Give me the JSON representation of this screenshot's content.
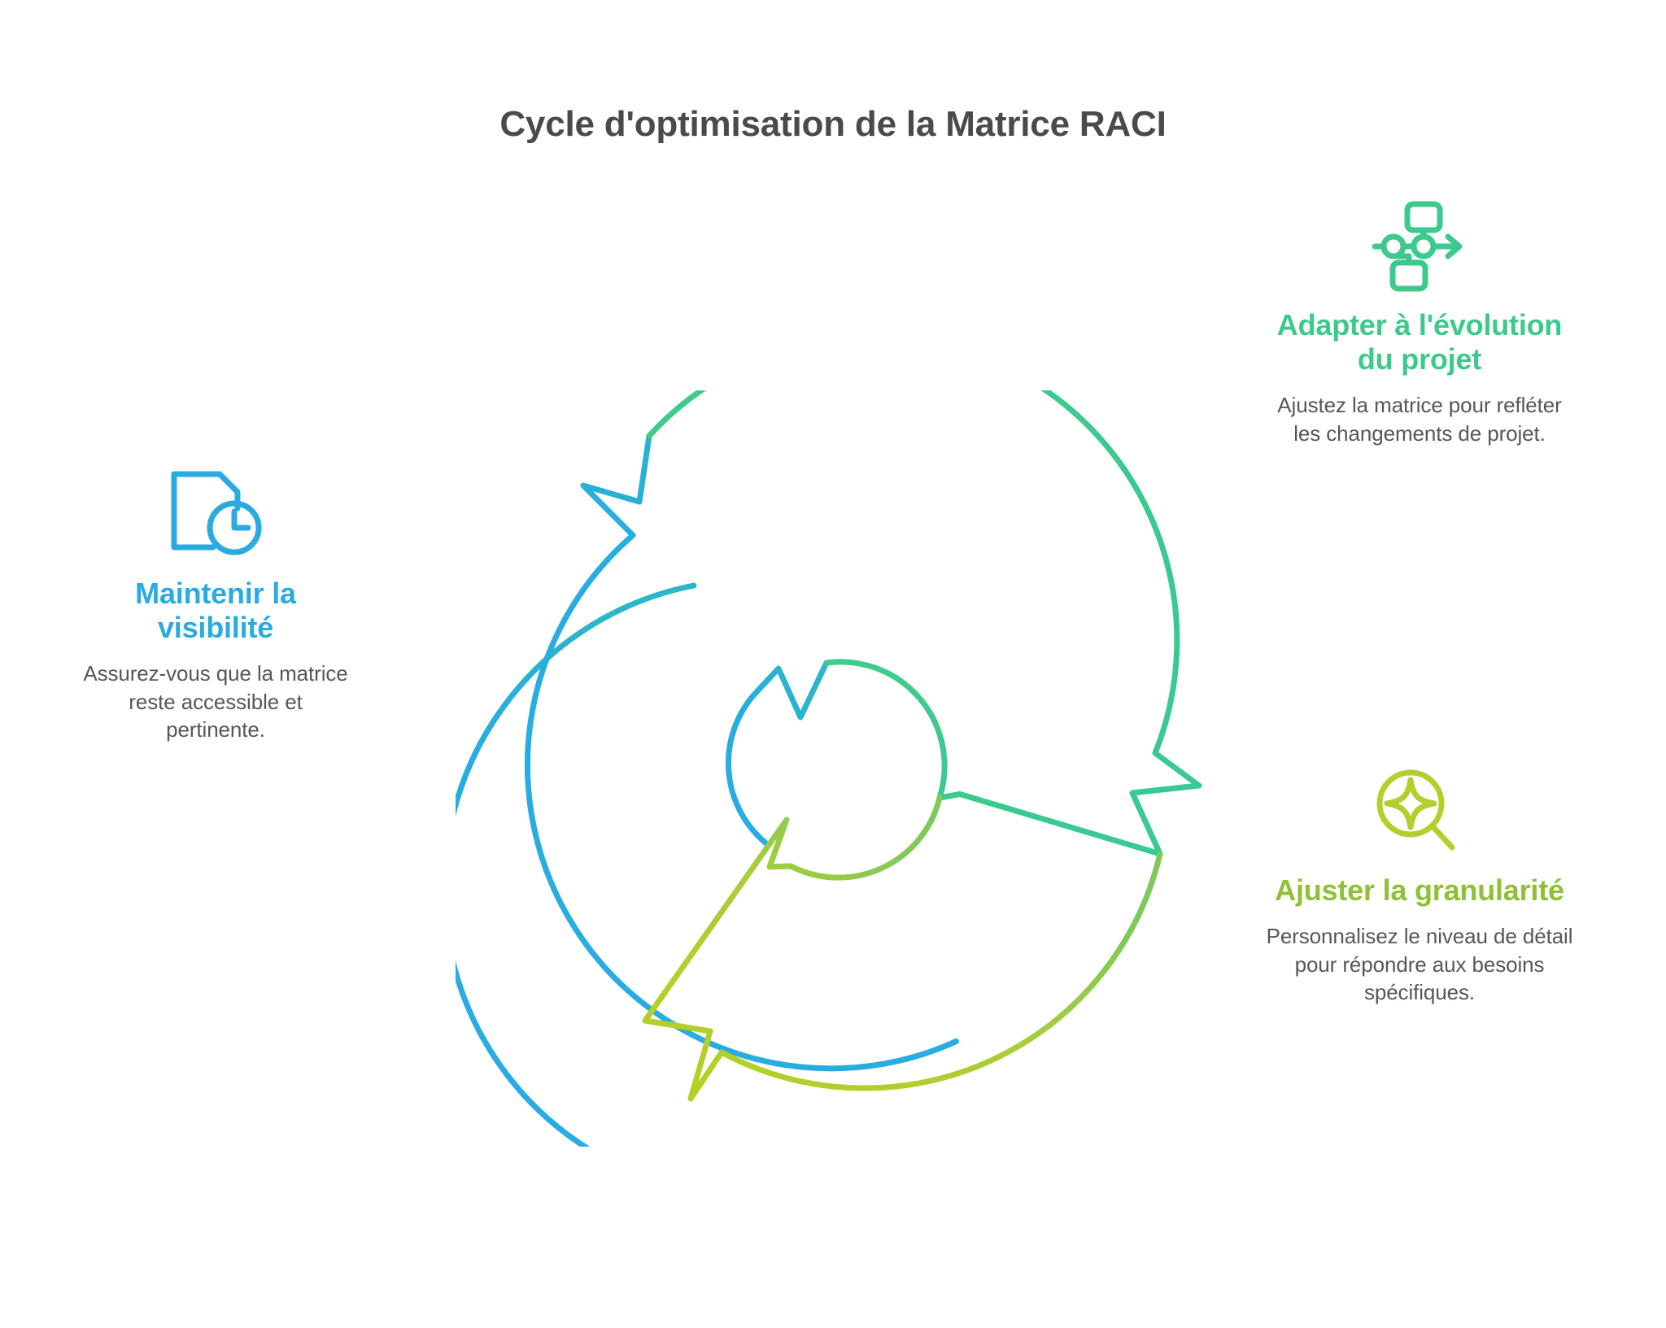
{
  "page": {
    "title": "Cycle d'optimisation de la Matrice RACI",
    "background_color": "#ffffff"
  },
  "colors": {
    "blue": "#29ABE2",
    "green": "#3CC98C",
    "lime": "#B2CF2B",
    "lime_text": "#8FC135",
    "title_text": "#4a4a4a",
    "body_text": "#575757"
  },
  "diagram": {
    "type": "cycle",
    "description": "Trois fleches circulaires formant un cycle continu",
    "segments": [
      {
        "name": "maintenir-la-visibilite",
        "color": "#29ABE2"
      },
      {
        "name": "adapter-a-levolution-du-projet",
        "color": "#3CC98C"
      },
      {
        "name": "ajuster-la-granularite",
        "color": "#B2CF2B"
      }
    ]
  },
  "callouts": {
    "left": {
      "icon": "document-clock-icon",
      "title": "Maintenir la visibilité",
      "body": "Assurez-vous que la matrice reste accessible et pertinente.",
      "color": "#29ABE2"
    },
    "top_right": {
      "icon": "workflow-nodes-icon",
      "title": "Adapter à l'évolution du projet",
      "body": "Ajustez la matrice pour refléter les changements de projet.",
      "color": "#3CC98C"
    },
    "bottom_right": {
      "icon": "magnifier-sparkle-icon",
      "title": "Ajuster la granularité",
      "body": "Personnalisez le niveau de détail pour répondre aux besoins spécifiques.",
      "color": "#8FC135"
    }
  }
}
